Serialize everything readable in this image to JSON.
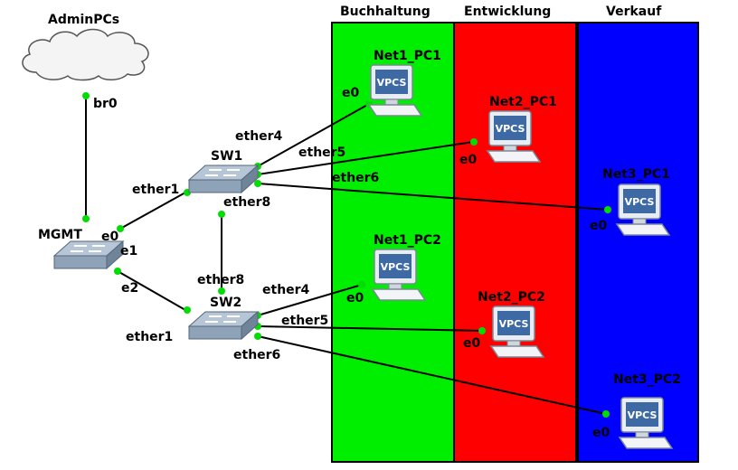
{
  "zones": {
    "buchhaltung": {
      "title": "Buchhaltung",
      "color": "#00ee00"
    },
    "entwicklung": {
      "title": "Entwicklung",
      "color": "#ff0000"
    },
    "verkauf": {
      "title": "Verkauf",
      "color": "#0000ff"
    }
  },
  "nodes": {
    "cloud": {
      "name": "AdminPCs",
      "port": "br0"
    },
    "mgmt": {
      "name": "MGMT",
      "ports": [
        "e0",
        "e1",
        "e2"
      ]
    },
    "sw1": {
      "name": "SW1",
      "ports": [
        "ether1",
        "ether4",
        "ether5",
        "ether6",
        "ether8"
      ]
    },
    "sw2": {
      "name": "SW2",
      "ports": [
        "ether1",
        "ether4",
        "ether5",
        "ether6",
        "ether8"
      ]
    },
    "pcs": [
      {
        "name": "Net1_PC1",
        "port": "e0",
        "screen": "VPCS"
      },
      {
        "name": "Net2_PC1",
        "port": "e0",
        "screen": "VPCS"
      },
      {
        "name": "Net3_PC1",
        "port": "e0",
        "screen": "VPCS"
      },
      {
        "name": "Net1_PC2",
        "port": "e0",
        "screen": "VPCS"
      },
      {
        "name": "Net2_PC2",
        "port": "e0",
        "screen": "VPCS"
      },
      {
        "name": "Net3_PC2",
        "port": "e0",
        "screen": "VPCS"
      }
    ]
  },
  "colors": {
    "link": "#000000",
    "port_dot": "#00dd00",
    "switch": "#8ea2b8"
  }
}
